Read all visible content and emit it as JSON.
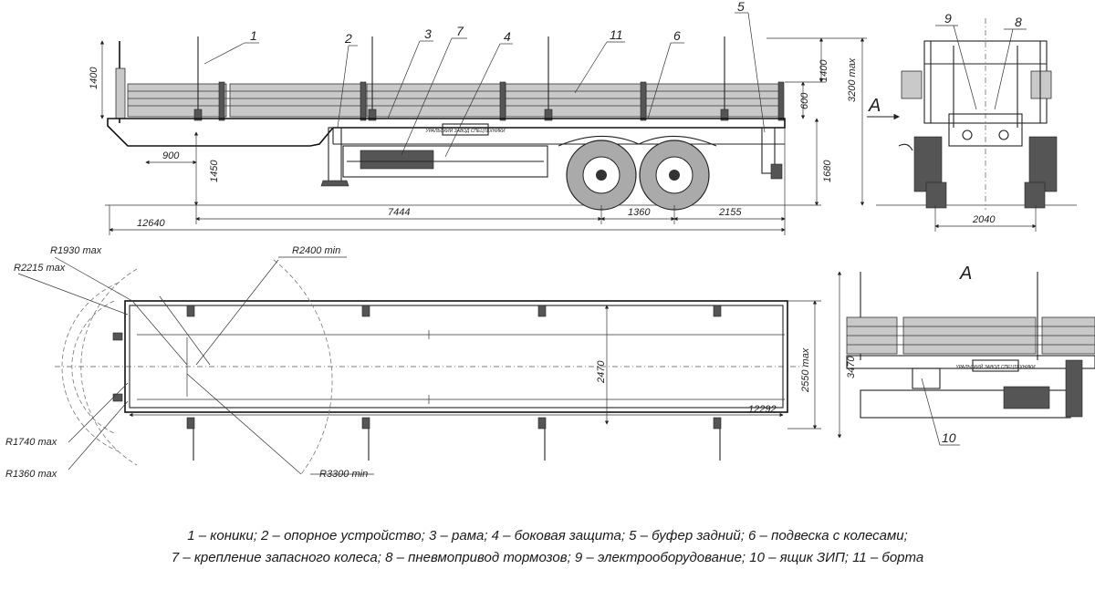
{
  "side_view": {
    "callouts": [
      "1",
      "2",
      "3",
      "7",
      "4",
      "11",
      "6",
      "5"
    ],
    "dims": {
      "stake_height": "1400",
      "front_offset": "900",
      "coupling_height": "1450",
      "total_length": "12640",
      "axle_front": "7444",
      "axle_base": "1360",
      "rear_overhang": "2155",
      "side_height": "600",
      "stake_height_rear": "1400",
      "deck_height": "1680",
      "overall_height": "3200 max"
    },
    "plate_text": "УРАЛЬСКИЙ ЗАВОД СПЕЦТЕХНИКИ"
  },
  "rear_view": {
    "callouts": [
      "9",
      "8"
    ],
    "dims": {
      "track_width": "2040"
    },
    "view_label": "A"
  },
  "top_view": {
    "radii": {
      "r1930": "R1930 max",
      "r2215": "R2215 max",
      "r2400": "R2400 min",
      "r1740": "R1740 max",
      "r1360": "R1360 max",
      "r3300": "R3300 min"
    },
    "dims": {
      "inner_width": "2470",
      "outer_width": "2550 max",
      "inner_length": "12292"
    }
  },
  "view_a": {
    "label": "A",
    "callout": "10",
    "dims": {
      "width": "3470"
    },
    "plate_text": "УРАЛЬСКИЙ ЗАВОД СПЕЦТЕХНИКИ"
  },
  "legend": {
    "line1": "1 – коники; 2 – опорное устройство; 3 – рама; 4 – боковая защита; 5 – буфер задний; 6 – подвеска с колесами;",
    "line2": "7 – крепление запасного колеса; 8 – пневмопривод тормозов; 9 – электрооборудование; 10 – ящик ЗИП; 11 – борта"
  }
}
